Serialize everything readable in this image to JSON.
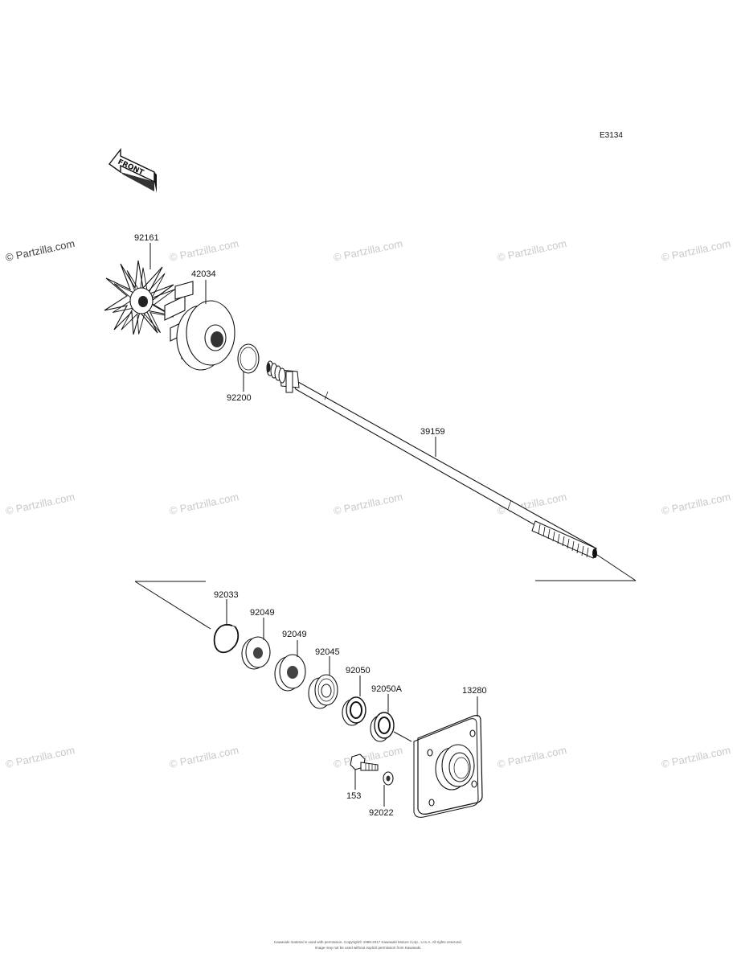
{
  "diagram_code": "E3134",
  "front_label": "FRONT",
  "watermark": "© Partzilla.com",
  "parts": [
    {
      "id": "p92161",
      "label": "92161"
    },
    {
      "id": "p42034",
      "label": "42034"
    },
    {
      "id": "p92200",
      "label": "92200"
    },
    {
      "id": "p39159",
      "label": "39159"
    },
    {
      "id": "p92033",
      "label": "92033"
    },
    {
      "id": "p92049a",
      "label": "92049"
    },
    {
      "id": "p92049b",
      "label": "92049"
    },
    {
      "id": "p92045",
      "label": "92045"
    },
    {
      "id": "p92050",
      "label": "92050"
    },
    {
      "id": "p92050A",
      "label": "92050A"
    },
    {
      "id": "p13280",
      "label": "13280"
    },
    {
      "id": "p153",
      "label": "153"
    },
    {
      "id": "p92022",
      "label": "92022"
    }
  ],
  "footer": {
    "line1": "Kawasaki material is used with permission. Copyright© 1998-2017 Kawasaki Motors Corp., U.S.A. All rights reserved.",
    "line2": "Image may not be used without explicit permission from Kawasaki."
  }
}
